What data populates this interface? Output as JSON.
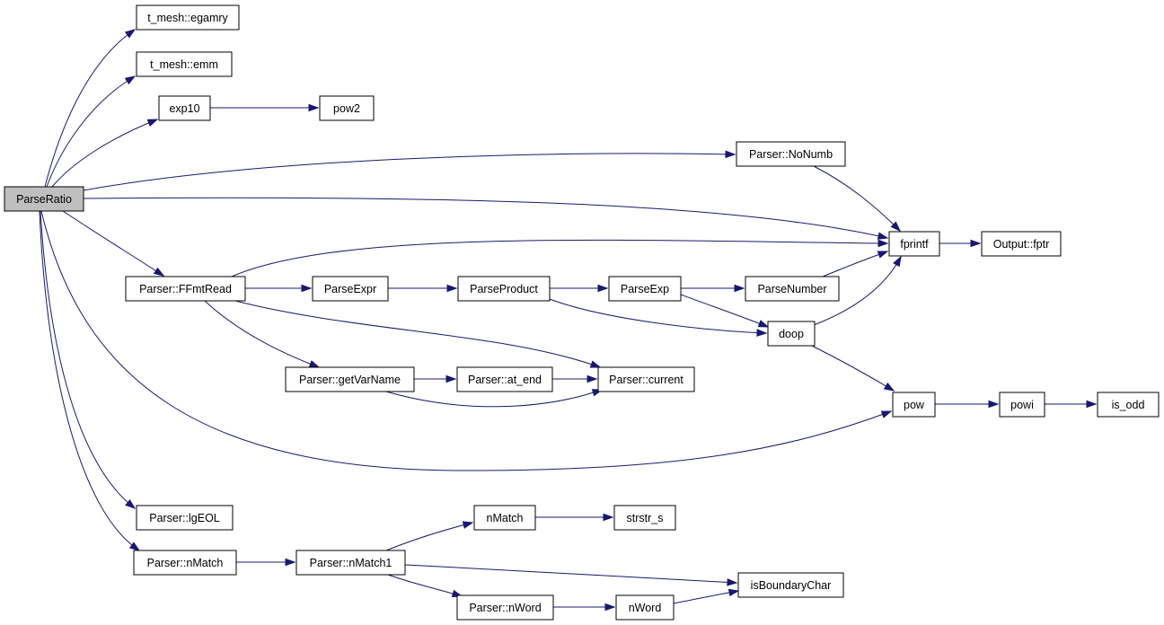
{
  "graph": {
    "root": "parseratio",
    "colors": {
      "edge": "#191970",
      "root_fill": "#bfbfbf",
      "node_fill": "#ffffff",
      "node_border": "#000000"
    },
    "nodes": [
      {
        "id": "parseratio",
        "label": "ParseRatio"
      },
      {
        "id": "egamry",
        "label": "t_mesh::egamry"
      },
      {
        "id": "emm",
        "label": "t_mesh::emm"
      },
      {
        "id": "exp10",
        "label": "exp10"
      },
      {
        "id": "pow2",
        "label": "pow2"
      },
      {
        "id": "nonumb",
        "label": "Parser::NoNumb"
      },
      {
        "id": "fprintf",
        "label": "fprintf"
      },
      {
        "id": "fptr",
        "label": "Output::fptr"
      },
      {
        "id": "ffmtread",
        "label": "Parser::FFmtRead"
      },
      {
        "id": "parseexpr",
        "label": "ParseExpr"
      },
      {
        "id": "parseproduct",
        "label": "ParseProduct"
      },
      {
        "id": "parseexp",
        "label": "ParseExp"
      },
      {
        "id": "parsenumber",
        "label": "ParseNumber"
      },
      {
        "id": "doop",
        "label": "doop"
      },
      {
        "id": "getvarname",
        "label": "Parser::getVarName"
      },
      {
        "id": "at_end",
        "label": "Parser::at_end"
      },
      {
        "id": "current",
        "label": "Parser::current"
      },
      {
        "id": "pow",
        "label": "pow"
      },
      {
        "id": "powi",
        "label": "powi"
      },
      {
        "id": "is_odd",
        "label": "is_odd"
      },
      {
        "id": "lgeol",
        "label": "Parser::lgEOL"
      },
      {
        "id": "pnmatch",
        "label": "Parser::nMatch"
      },
      {
        "id": "nmatch1",
        "label": "Parser::nMatch1"
      },
      {
        "id": "nmatch",
        "label": "nMatch"
      },
      {
        "id": "strstr_s",
        "label": "strstr_s"
      },
      {
        "id": "isboundarychar",
        "label": "isBoundaryChar"
      },
      {
        "id": "pnword",
        "label": "Parser::nWord"
      },
      {
        "id": "nword",
        "label": "nWord"
      }
    ],
    "edges": [
      [
        "parseratio",
        "egamry"
      ],
      [
        "parseratio",
        "emm"
      ],
      [
        "parseratio",
        "exp10"
      ],
      [
        "exp10",
        "pow2"
      ],
      [
        "parseratio",
        "nonumb"
      ],
      [
        "nonumb",
        "fprintf"
      ],
      [
        "parseratio",
        "fprintf"
      ],
      [
        "fprintf",
        "fptr"
      ],
      [
        "parseratio",
        "ffmtread"
      ],
      [
        "ffmtread",
        "fprintf"
      ],
      [
        "ffmtread",
        "parseexpr"
      ],
      [
        "parseexpr",
        "parseproduct"
      ],
      [
        "parseproduct",
        "parseexp"
      ],
      [
        "parseexp",
        "parsenumber"
      ],
      [
        "parsenumber",
        "fprintf"
      ],
      [
        "parseproduct",
        "doop"
      ],
      [
        "parseexp",
        "doop"
      ],
      [
        "doop",
        "fprintf"
      ],
      [
        "doop",
        "pow"
      ],
      [
        "ffmtread",
        "getvarname"
      ],
      [
        "ffmtread",
        "current"
      ],
      [
        "getvarname",
        "at_end"
      ],
      [
        "at_end",
        "current"
      ],
      [
        "getvarname",
        "current"
      ],
      [
        "parseratio",
        "pow"
      ],
      [
        "pow",
        "powi"
      ],
      [
        "powi",
        "is_odd"
      ],
      [
        "parseratio",
        "lgeol"
      ],
      [
        "parseratio",
        "pnmatch"
      ],
      [
        "pnmatch",
        "nmatch1"
      ],
      [
        "nmatch1",
        "nmatch"
      ],
      [
        "nmatch",
        "strstr_s"
      ],
      [
        "nmatch1",
        "isboundarychar"
      ],
      [
        "nmatch1",
        "pnword"
      ],
      [
        "pnword",
        "nword"
      ],
      [
        "nword",
        "isboundarychar"
      ]
    ]
  }
}
